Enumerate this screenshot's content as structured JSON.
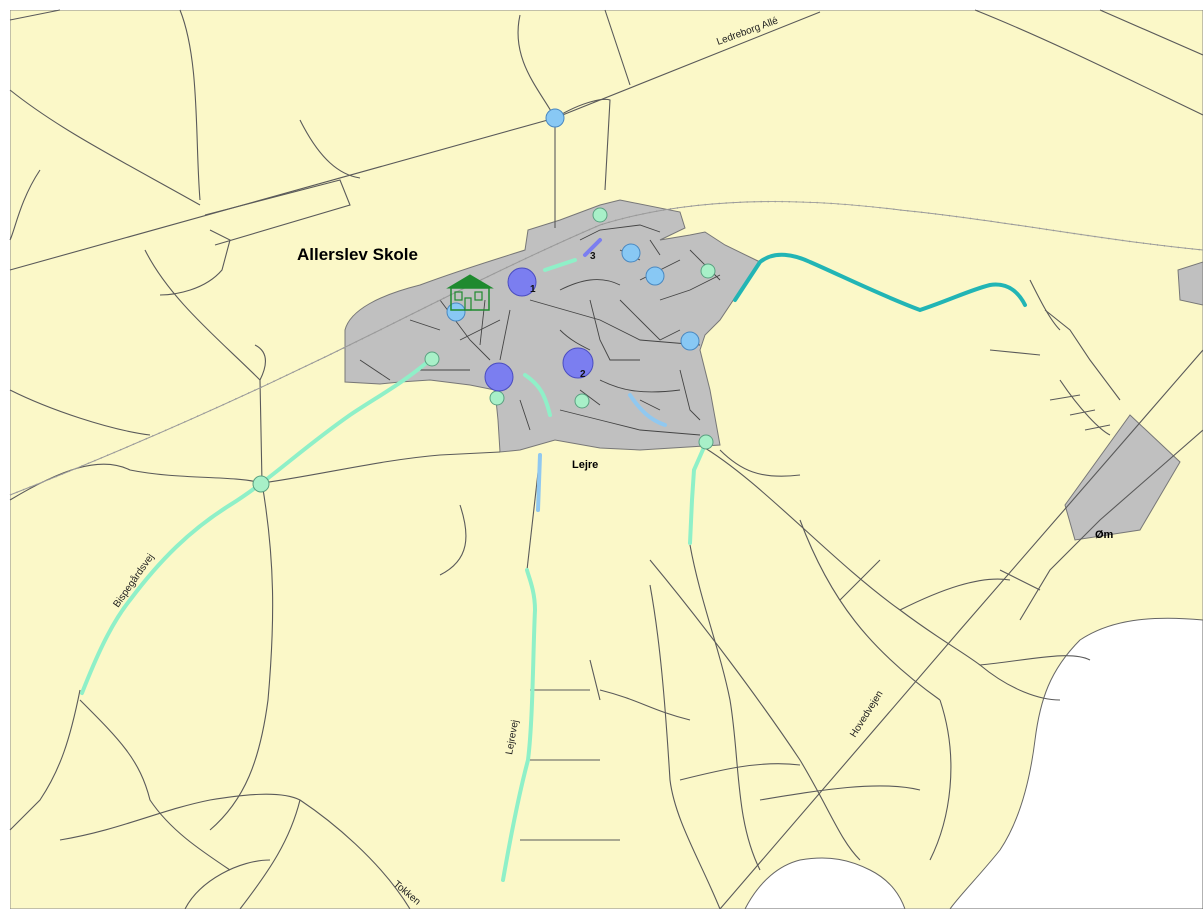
{
  "map": {
    "school_label": "Allerslev Skole",
    "town_labels": {
      "lejre": "Lejre",
      "om": "Øm"
    },
    "road_labels": {
      "ledreborg": "Ledreborg Allé",
      "bispegardsvej": "Bispegårdsvej",
      "lejrevej": "Lejrevej",
      "hovedvejen": "Hovedvejen",
      "tokken": "Tokken"
    },
    "markers": {
      "m1": "1",
      "m2": "2",
      "m3": "3"
    },
    "colors": {
      "land": "#fbf8c8",
      "water": "#ffffff",
      "urban": "#c0c0c0",
      "road": "#5a5a5a",
      "railway": "#a0a0a0",
      "route_light": "#8ff0c8",
      "route_blue": "#90c8f0",
      "route_teal": "#22b5b5",
      "marker_big": "#7b7ef0",
      "marker_blue": "#88c8f4",
      "marker_green": "#a8f0c8",
      "school_icon": "#1f8a2f"
    },
    "icons": {
      "school": "school-house-icon"
    }
  }
}
